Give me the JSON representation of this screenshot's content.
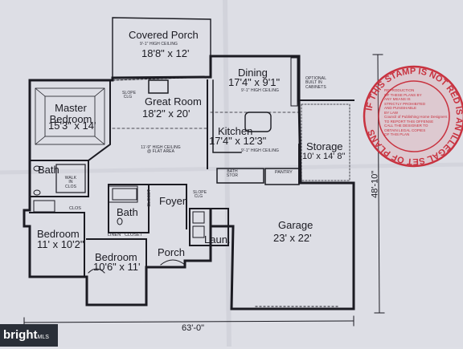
{
  "rooms": {
    "covered_porch": {
      "name": "Covered Porch",
      "ceiling": "9'-1\" HIGH CEILING",
      "size": "18'8\" x 12'"
    },
    "dining": {
      "name": "Dining",
      "size": "17'4\" x 9'1\"",
      "ceiling": "9'-1\" HIGH CEILING",
      "note": "OPTIONAL BUILT IN CABINETS"
    },
    "great_room": {
      "name": "Great Room",
      "size": "18'2\" x 20'",
      "ceiling": "11'-9\" HIGH CEILING @ FLAT AREA",
      "slope": "SLOPE CLG"
    },
    "master_bedroom": {
      "name": "Master Bedroom",
      "size": "15'3\" x 14'"
    },
    "kitchen": {
      "name": "Kitchen",
      "size": "17'4\" x 12'3\"",
      "ceiling": "9'-1\" HIGH CEILING"
    },
    "storage": {
      "name": "Storage",
      "size": "10' x 14' 8\""
    },
    "bath_master": {
      "name": "Bath",
      "walk_in": "WALK IN CLOS"
    },
    "bath_2": {
      "name": "Bath",
      "closet": "CLOSET"
    },
    "bedroom_1": {
      "name": "Bedroom",
      "size": "11' x 10'2\"",
      "clos": "CLOS"
    },
    "bedroom_2": {
      "name": "Bedroom",
      "size": "10'6\" x 11'",
      "linen": "LINEN",
      "closet": "CLOSET"
    },
    "foyer": {
      "name": "Foyer",
      "slope": "SLOPE CLG"
    },
    "laundry": {
      "name": "Laun."
    },
    "porch": {
      "name": "Porch"
    },
    "garage": {
      "name": "Garage",
      "size": "23' x 22'"
    },
    "pantry": {
      "name": "PANTRY"
    },
    "bath_hall": {
      "name": "BATH STOR"
    }
  },
  "dimensions": {
    "width": "63'-0\"",
    "depth": "48'-10\""
  },
  "stamp": {
    "ring_text": "IF THIS STAMP IS NOT RED IS AN ILLEGAL SET OF PLANS",
    "inner_text": [
      "REPRODUCTION",
      "OF THESE PLANS BY",
      "ANY MEANS IS",
      "STRICTLY PROHIBITED",
      "AND PUNISHABLE",
      "BY LAW",
      "Council of Publishing Home Designers",
      "TO REPORT THIS OFFENSE",
      "CALL THE DESIGNER TO",
      "OBTAIN LEGAL COPIES",
      "OF THIS PLAN"
    ],
    "color": "#c8323f"
  },
  "watermark": {
    "brand": "bright",
    "suffix": "MLS"
  },
  "colors": {
    "paper": "#e2e3ea",
    "ink": "#1b1b22",
    "stamp": "#c8323f"
  }
}
